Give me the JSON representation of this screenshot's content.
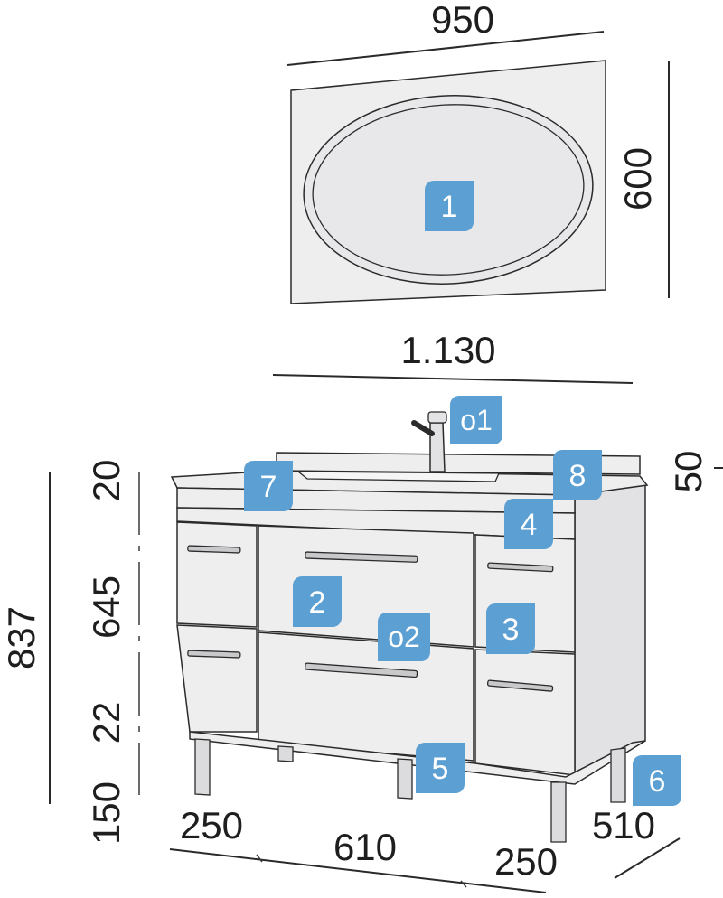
{
  "dimensions": {
    "mirror_width": "950",
    "mirror_height": "600",
    "vanity_width": "1.130",
    "worktop_thickness": "50",
    "total_height": "837",
    "top_band": "20",
    "drawer_height": "645",
    "plinth_gap": "22",
    "leg_height": "150",
    "left_module": "250",
    "center_module": "610",
    "right_module": "250",
    "depth": "510"
  },
  "tags": [
    {
      "label": "1"
    },
    {
      "label": "2"
    },
    {
      "label": "3"
    },
    {
      "label": "4"
    },
    {
      "label": "5"
    },
    {
      "label": "6"
    },
    {
      "label": "7"
    },
    {
      "label": "8"
    }
  ],
  "options": [
    {
      "label": "o1"
    },
    {
      "label": "o2"
    }
  ],
  "colors": {
    "tag": "#5b9fd3",
    "panel": "#eeeeef",
    "line": "#2a2a2a"
  }
}
